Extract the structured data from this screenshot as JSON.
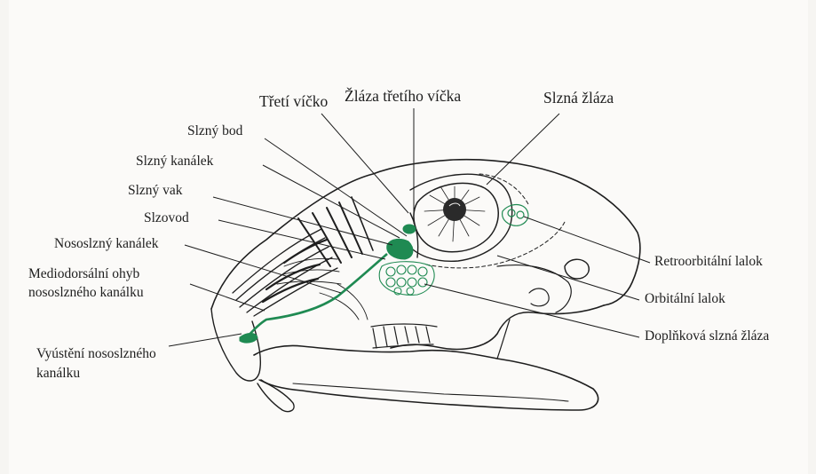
{
  "colors": {
    "ink": "#1e1e1e",
    "gland": "#1f8a52",
    "gland_light": "#7cbf96",
    "paper": "#fbfaf8"
  },
  "labels": {
    "treti_vicko": "Třetí víčko",
    "zlaza_tretiho_vicka": "Žláza třetího víčka",
    "slzna_zlaza": "Slzná žláza",
    "slzny_bod": "Slzný bod",
    "slzny_kanalek": "Slzný kanálek",
    "slzny_vak": "Slzný vak",
    "slzovod": "Slzovod",
    "nososlzny_kanalek": "Nososlzný kanálek",
    "mediodorsalni_line1": "Mediodorsální ohyb",
    "mediodorsalni_line2": "nososlzného kanálku",
    "vyusteni_line1": "Vyústění nososlzného",
    "vyusteni_line2": "kanálku",
    "retroorbitalni_lalok": "Retroorbitální lalok",
    "orbitalni_lalok": "Orbitální lalok",
    "doplnkova_slzna_zlaza": "Doplňková slzná žláza"
  }
}
